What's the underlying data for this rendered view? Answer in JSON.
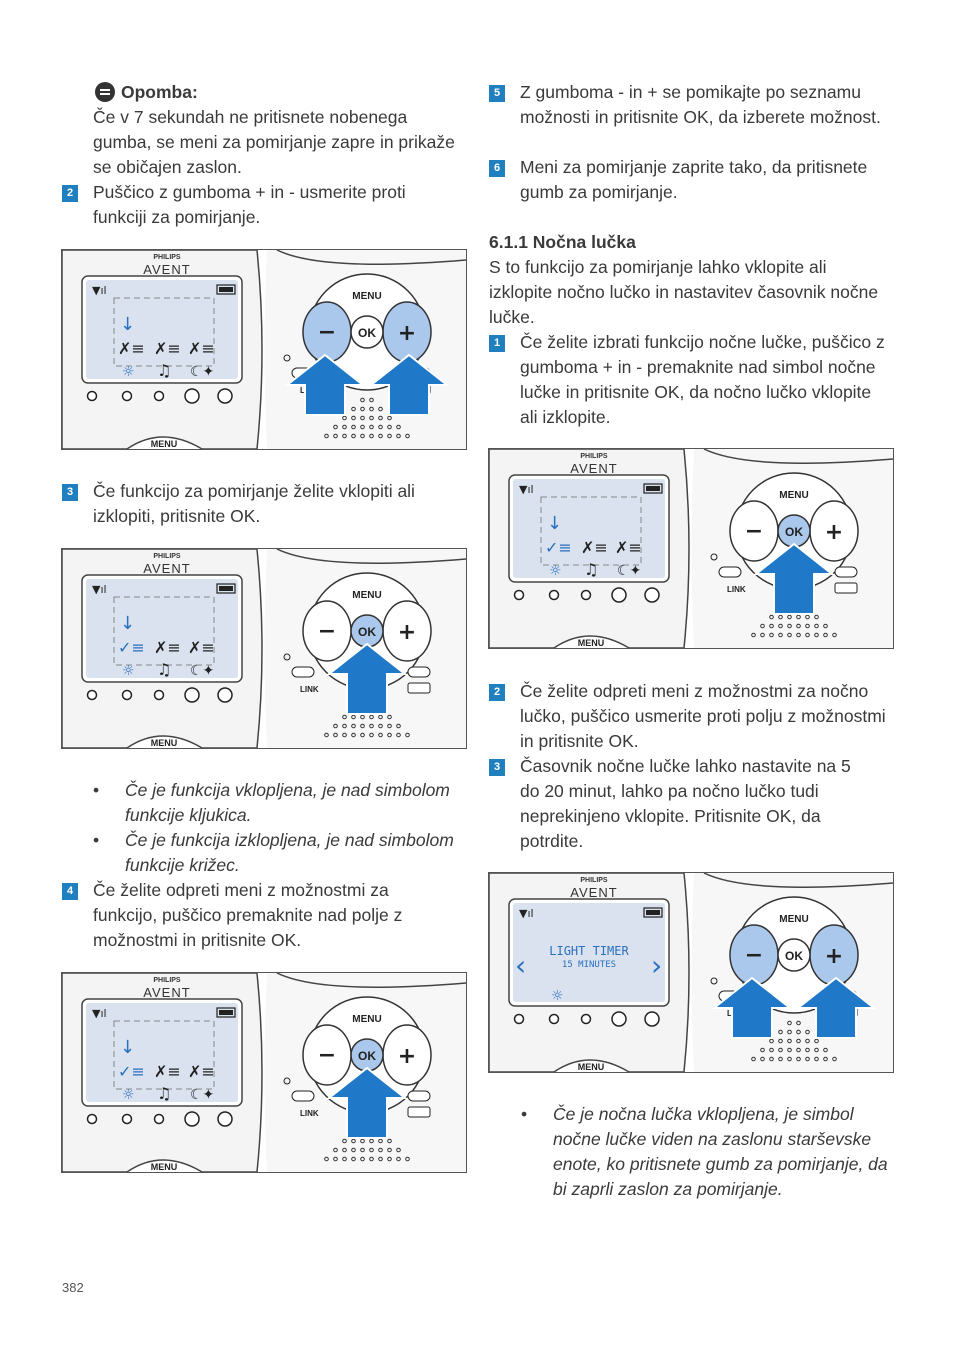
{
  "note": {
    "title": "Opomba:",
    "text": "Če v 7 sekundah ne pritisnete nobenega gumba, se meni za pomirjanje zapre in prikaže se običajen zaslon."
  },
  "left_steps": [
    {
      "num": "2",
      "text": "Puščico z gumboma + in - usmerite proti funkciji za pomirjanje."
    },
    {
      "num": "3",
      "text": "Če funkcijo za pomirjanje želite vklopiti ali izklopiti, pritisnite OK."
    },
    {
      "num": "4",
      "text": "Če želite odpreti meni z možnostmi za funkcijo, puščico premaknite nad polje z možnostmi in pritisnite OK."
    }
  ],
  "left_bullets": [
    "Če je funkcija vklopljena, je nad simbolom funkcije kljukica.",
    "Če je funkcija izklopljena, je nad simbolom funkcije križec."
  ],
  "right_steps_top": [
    {
      "num": "5",
      "text": "Z gumboma - in + se pomikajte po seznamu možnosti in pritisnite OK, da izberete možnost."
    },
    {
      "num": "6",
      "text": "Meni za pomirjanje zaprite tako, da pritisnete gumb za pomirjanje."
    }
  ],
  "section": {
    "title": "6.1.1 Nočna lučka",
    "intro": "S to funkcijo za pomirjanje lahko vklopite ali izklopite nočno lučko in nastavitev časovnik nočne lučke."
  },
  "right_steps": [
    {
      "num": "1",
      "text": "Če želite izbrati funkcijo nočne lučke, puščico z gumboma + in - premaknite nad simbol nočne lučke in pritisnite OK, da nočno lučko vklopite ali izklopite."
    },
    {
      "num": "2",
      "text": "Če želite odpreti meni z možnostmi za nočno lučko, puščico usmerite proti polju z možnostmi in pritisnite OK."
    },
    {
      "num": "3",
      "text": "Časovnik nočne lučke lahko nastavite na 5 do 20 minut, lahko pa nočno lučko tudi neprekinjeno vklopite. Pritisnite OK, da potrdite."
    }
  ],
  "right_bullet": "Če je nočna lučka vklopljena, je simbol nočne lučke viden na zaslonu starševske enote, ko pritisnete gumb za pomirjanje, da bi zaprli zaslon za pomirjanje.",
  "device": {
    "brand": "PHILIPS",
    "logo": "AVENT",
    "menu_label": "MENU",
    "ok_label": "OK",
    "link_label": "LINK",
    "light_timer_line1": "LIGHT TIMER",
    "light_timer_line2": "15 MINUTES"
  },
  "page_number": "382",
  "colors": {
    "accent": "#1f7fbf",
    "arrow": "#1f78c8",
    "button_highlight": "#a9c8ec"
  }
}
